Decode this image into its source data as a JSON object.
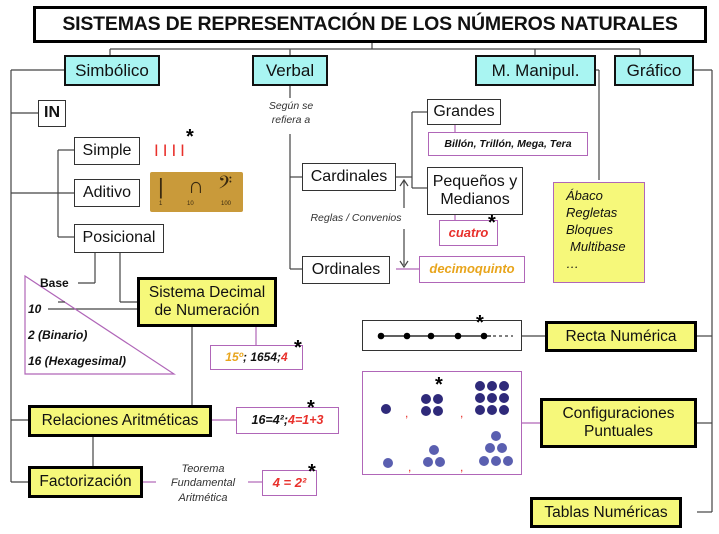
{
  "title": "SISTEMAS DE REPRESENTACIÓN DE LOS NÚMEROS NATURALES",
  "categories": {
    "simbolico": "Simbólico",
    "verbal": "Verbal",
    "manipulativo": "M. Manipul.",
    "grafico": "Gráfico"
  },
  "simbolico": {
    "in_label": "IN",
    "simple": "Simple",
    "simple_example": "IIII",
    "aditivo": "Aditivo",
    "aditivo_glyphs": [
      "|",
      "∩",
      "𝄢"
    ],
    "aditivo_values": [
      "1",
      "10",
      "100"
    ],
    "posicional": "Posicional",
    "base_label": "Base",
    "bases": [
      "10",
      "2 (Binario)",
      "16 (Hexagesimal)"
    ],
    "decimal_line1": "Sistema Decimal",
    "decimal_line2": "de Numeración",
    "decimal_example": {
      "orange": "15º",
      "black": "; 1654; ",
      "red": "4"
    },
    "relaciones": "Relaciones Aritméticas",
    "relaciones_example": {
      "black": "16=4²; ",
      "red": "4=1+3"
    },
    "factorizacion": "Factorización",
    "teorema": [
      "Teorema",
      "Fundamental",
      "Aritmética"
    ],
    "factorizacion_example": "4 = 2²"
  },
  "verbal": {
    "segun": [
      "Según se",
      "refiera a"
    ],
    "cardinales": "Cardinales",
    "ordinales": "Ordinales",
    "grandes": "Grandes",
    "grandes_example": "Billón, Trillón, Mega, Tera",
    "pequenos_line1": "Pequeños y",
    "pequenos_line2": "Medianos",
    "pequenos_example": "cuatro",
    "reglas": "Reglas / Convenios",
    "ordinales_example": "decimoquinto"
  },
  "manipulativo": {
    "items": [
      "Ábaco",
      "Regletas",
      "Bloques",
      "Multibase",
      "…"
    ]
  },
  "grafico": {
    "recta": "Recta Numérica",
    "configuraciones_line1": "Configuraciones",
    "configuraciones_line2": "Puntuales",
    "tablas": "Tablas Numéricas",
    "separator": ","
  },
  "star": "*",
  "colors": {
    "cyan": "#a9f5f2",
    "yellow": "#f6f87a",
    "purple_border": "#b066b8",
    "red": "#e8302b",
    "orange": "#e8a51c",
    "dot_dark": "#2f2a7a",
    "dot_light": "#5a5fb0"
  }
}
